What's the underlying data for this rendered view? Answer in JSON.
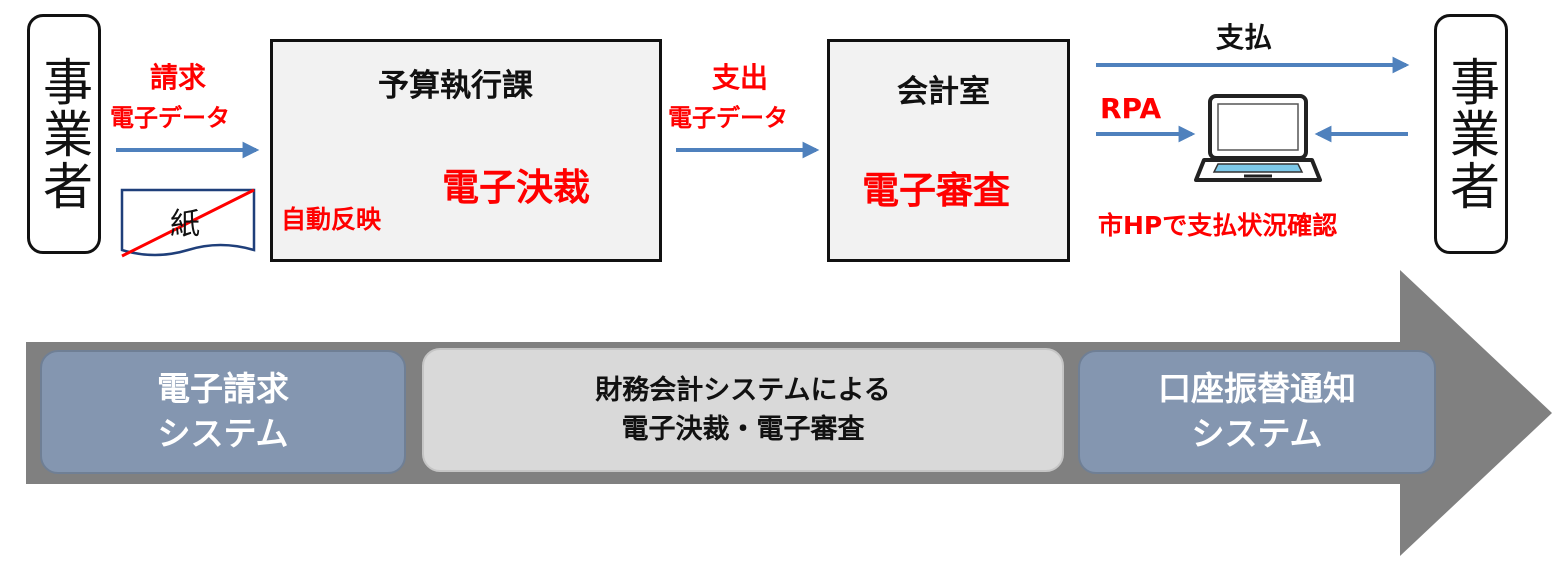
{
  "vendor_left": "事業者",
  "vendor_right": "事業者",
  "invoice_label_line1": "請求",
  "invoice_label_line2": "電子データ",
  "paper_label": "紙",
  "budget_office": {
    "title": "予算執行課",
    "auto_label": "自動反映",
    "action": "電子決裁"
  },
  "disburse_label_line1": "支出",
  "disburse_label_line2": "電子データ",
  "accounting_office": {
    "title": "会計室",
    "action": "電子審査"
  },
  "payment_label": "支払",
  "rpa_label": "RPA",
  "status_check_label": "市HPで支払状況確認",
  "systems": [
    {
      "line1": "電子請求",
      "line2": "システム"
    },
    {
      "line1": "財務会計システムによる",
      "line2": "電子決裁・電子審査"
    },
    {
      "line1": "口座振替通知",
      "line2": "システム"
    }
  ],
  "colors": {
    "accent_red": "#ff0000",
    "arrow_blue": "#4f81bd",
    "system_blue": "#8496b0",
    "band_grey": "#808080"
  }
}
